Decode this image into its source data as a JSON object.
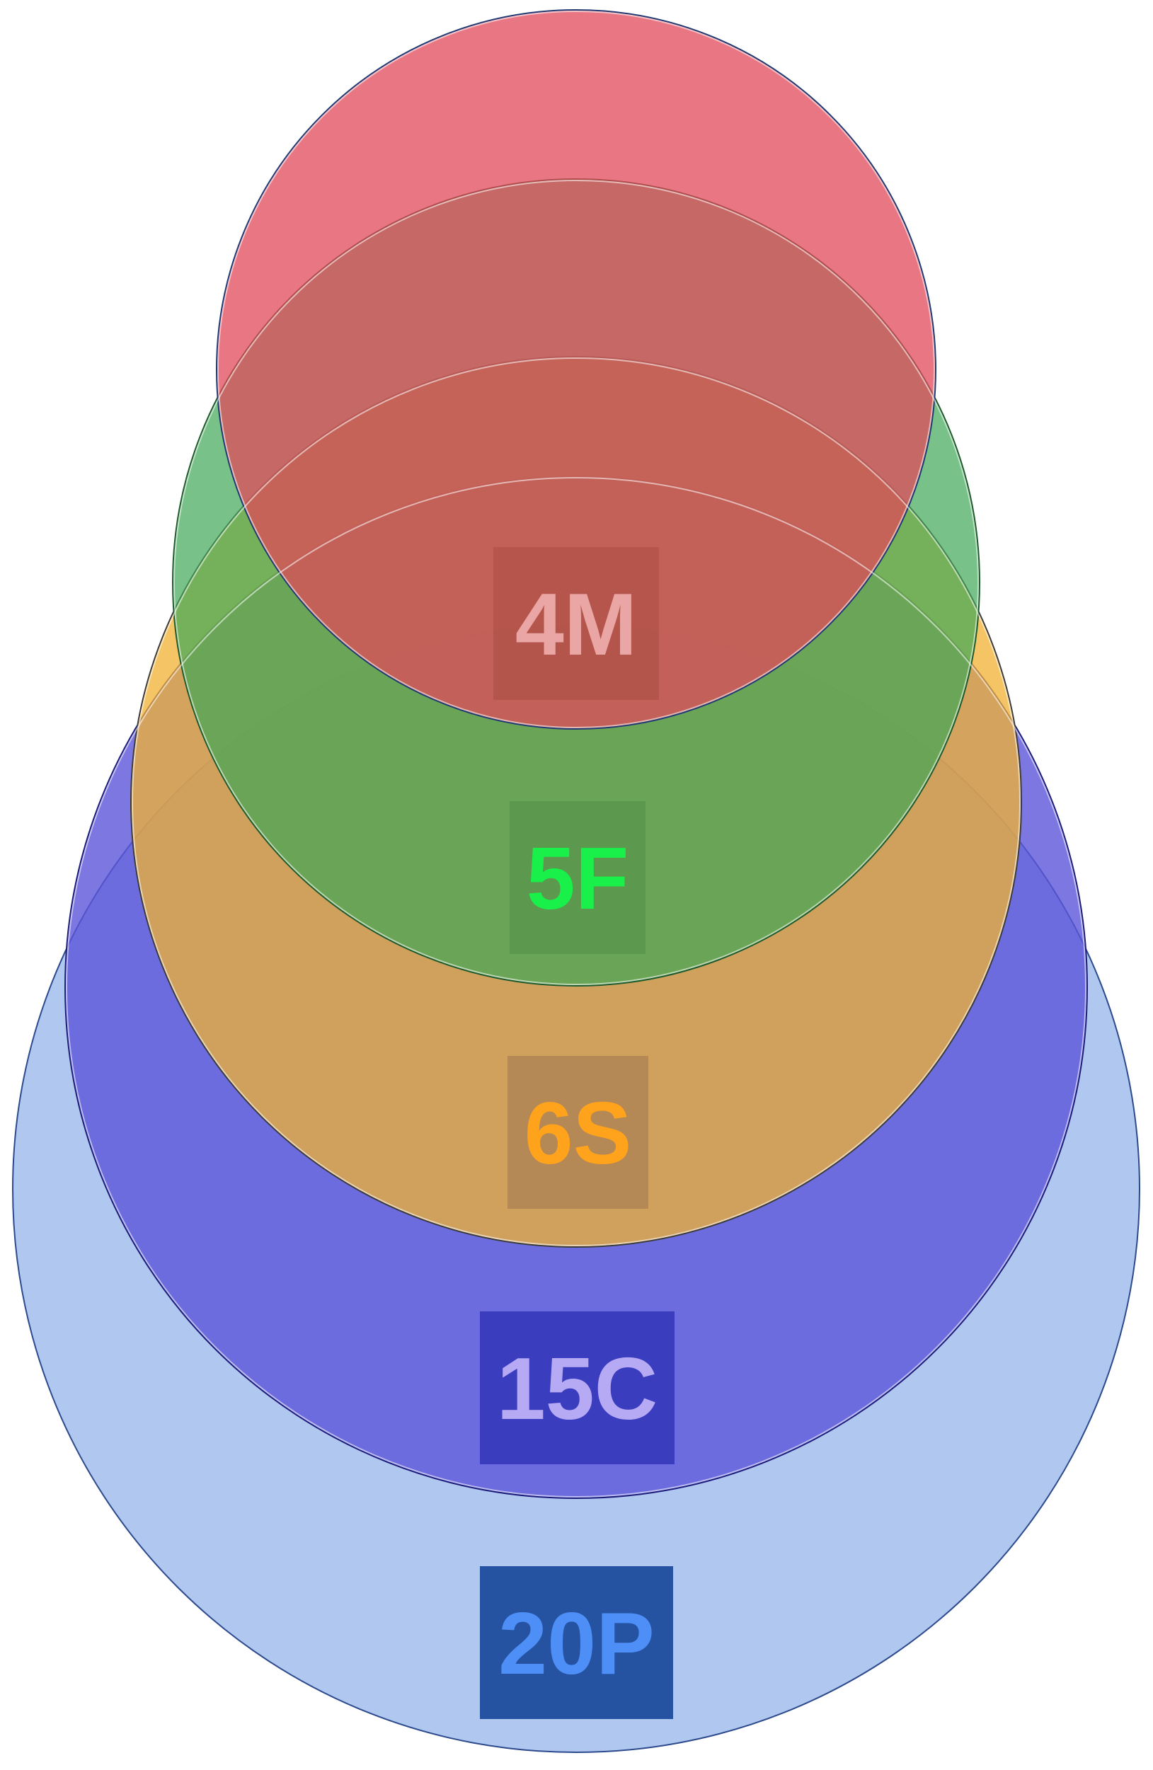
{
  "diagram": {
    "type": "nested-circles",
    "layers": [
      {
        "id": "p",
        "label": "20P",
        "fill": "#aec6f0",
        "stroke": "#2c4a8c",
        "label_bg": "#2553a2",
        "label_color": "#4d8ef7"
      },
      {
        "id": "c",
        "label": "15C",
        "fill": "#5b55da",
        "stroke": "#1c1c7a",
        "label_bg": "#3b3dbf",
        "label_color": "#b6aaf5"
      },
      {
        "id": "s",
        "label": "6S",
        "fill": "#f1b232",
        "stroke": "#3b3b3b",
        "label_bg": "#9f7650",
        "label_color": "#ffa21c"
      },
      {
        "id": "f",
        "label": "5F",
        "fill": "#3fa655",
        "stroke": "#1e5a2b",
        "label_bg": "#528e48",
        "label_color": "#19f04a"
      },
      {
        "id": "m",
        "label": "4M",
        "fill": "#e0495a",
        "stroke": "#1f3a73",
        "label_bg": "#a94c3f",
        "label_color": "#e9a6a4"
      }
    ]
  }
}
